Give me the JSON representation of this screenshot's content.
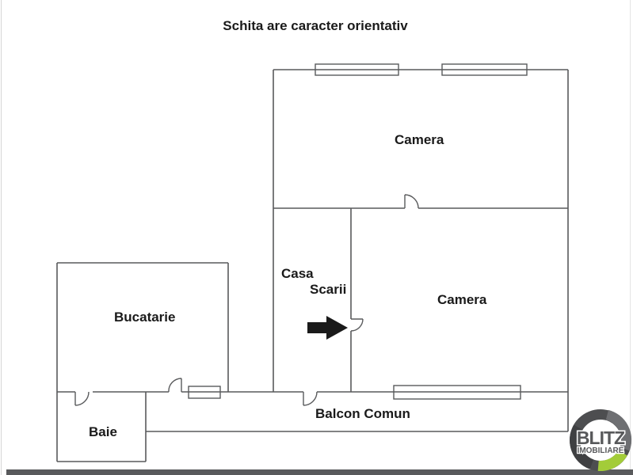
{
  "title": "Schita are caracter orientativ",
  "rooms": {
    "camera_top": "Camera",
    "camera_bottom": "Camera",
    "casa_scarii_line1": "Casa",
    "casa_scarii_line2": "Scarii",
    "bucatarie": "Bucatarie",
    "baie": "Baie",
    "balcon": "Balcon Comun"
  },
  "logo": {
    "brand": "BLITZ",
    "subtitle": "IMOBILIARE",
    "ring_color": "#4d4e50",
    "accent_color": "#a3cc39"
  },
  "icons": {
    "entrance_arrow": "black arrow pointing right to staircase door"
  },
  "colors": {
    "background": "#ffffff",
    "wall": "#595a5c",
    "text": "#1a1a1a",
    "bottom_bar": "#595a5c"
  }
}
